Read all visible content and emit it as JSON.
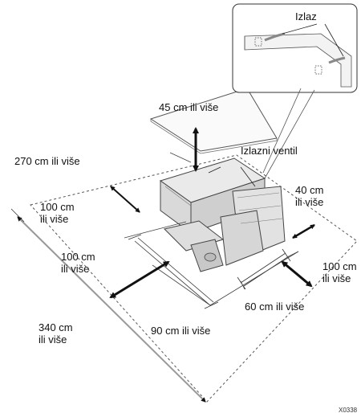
{
  "labels": {
    "izlaz": "Izlaz",
    "top_clearance": "45 cm ili više",
    "depth_total": "270 cm ili više",
    "outlet_valve": "Izlazni ventil",
    "back_clearance_line1": "100 cm",
    "back_clearance_line2": "ili više",
    "right_side_line1": "40 cm",
    "right_side_line2": "ili više",
    "front_clearance_line1": "100 cm",
    "front_clearance_line2": "ili više",
    "right_front_line1": "100 cm",
    "right_front_line2": "ili više",
    "width_right": "60 cm ili više",
    "width_front": "90 cm ili više",
    "width_total_line1": "340 cm",
    "width_total_line2": "ili više",
    "figure_code": "X0338"
  }
}
